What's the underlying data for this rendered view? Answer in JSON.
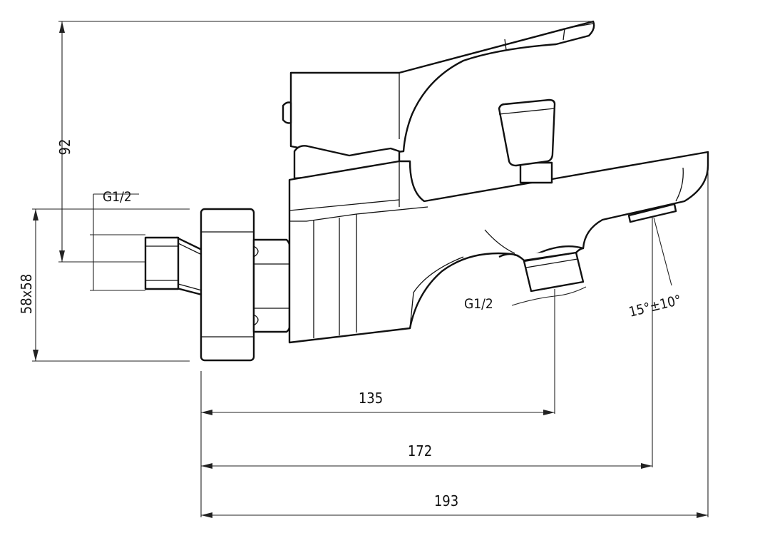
{
  "diagram": {
    "dimensions": {
      "height": "92",
      "connector_thread": "G1/2",
      "mount_size": "58x58",
      "outlet_thread": "G1/2",
      "spout_angle": "15°±10°",
      "dist_outlet": "135",
      "dist_spout_tip": "172",
      "dist_overall": "193"
    }
  }
}
